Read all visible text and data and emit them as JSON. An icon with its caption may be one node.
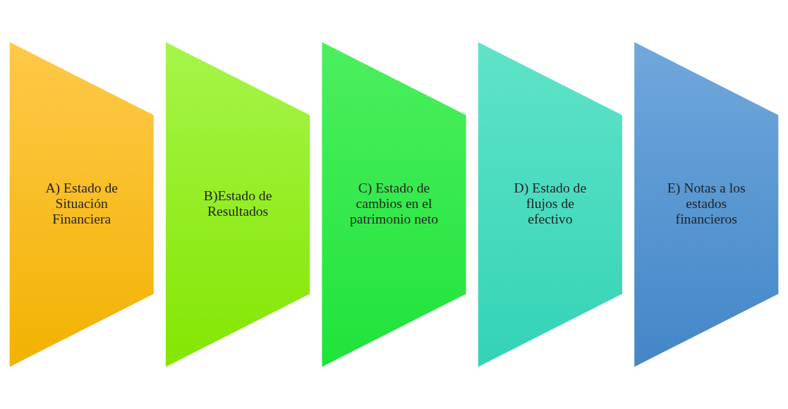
{
  "diagram": {
    "nodes": [
      {
        "text": [
          "A) Estado de Situación Financiera"
        ]
      },
      {
        "text": [
          "B)Estado de Resultados"
        ]
      },
      {
        "text": [
          "C) Estado de cambios en el patrimonio neto"
        ]
      },
      {
        "text": [
          "D) Estado de flujos de efectivo"
        ]
      },
      {
        "text": [
          "E) Notas a los estados financieros"
        ]
      }
    ]
  }
}
